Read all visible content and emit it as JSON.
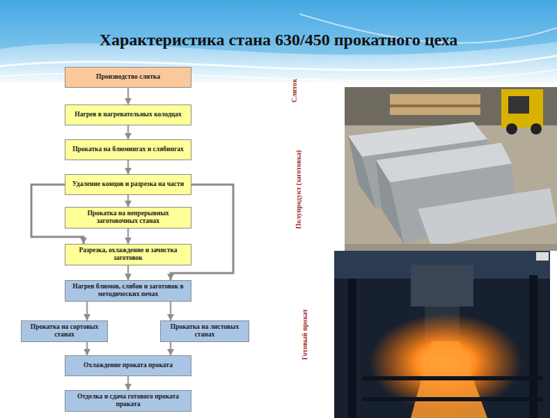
{
  "diagram": {
    "title": "Характеристика стана 630/450 прокатного цеха",
    "nodes": [
      {
        "text": [
          "Производство слитка"
        ]
      },
      {
        "text": [
          "Нагрев в нагревательных колодцах"
        ]
      },
      {
        "text": [
          "Прокатка на блюмингах и слябингах"
        ]
      },
      {
        "text": [
          "Удаление концов и разрезка на части"
        ]
      },
      {
        "text": [
          "Прокатка на непрерывных заготовочных станах"
        ]
      },
      {
        "text": [
          "Разрезка, охлаждение и зачистка заготовок"
        ]
      },
      {
        "text": [
          "Нагрев блюмов, слябов и заготовок в методических печах"
        ]
      },
      {
        "text": [
          "Прокатка на сортовых станах"
        ]
      },
      {
        "text": [
          "Прокатка на листовых станах"
        ]
      },
      {
        "text": [
          "Охлаждение проката проката"
        ]
      },
      {
        "text": [
          "Отделка и сдача готового проката проката"
        ]
      }
    ],
    "edges": [
      {
        "from": 0,
        "to": 1,
        "arrow": "to"
      },
      {
        "from": 1,
        "to": 2,
        "arrow": "to"
      },
      {
        "from": 2,
        "to": 3,
        "arrow": "to"
      },
      {
        "from": 3,
        "to": 4,
        "arrow": "to"
      },
      {
        "from": 3,
        "to": 5,
        "arrow": "to"
      },
      {
        "from": 3,
        "to": 6,
        "arrow": "to"
      },
      {
        "from": 4,
        "to": 5,
        "arrow": "to"
      },
      {
        "from": 5,
        "to": 6,
        "arrow": "to"
      },
      {
        "from": 6,
        "to": 7,
        "arrow": "to"
      },
      {
        "from": 6,
        "to": 8,
        "arrow": "to"
      },
      {
        "from": 7,
        "to": 9,
        "arrow": "to"
      },
      {
        "from": 8,
        "to": 9,
        "arrow": "to"
      },
      {
        "from": 9,
        "to": 10,
        "arrow": "to"
      }
    ],
    "labels": [
      "Слиток",
      "Полупродукт (заготовка)",
      "Готовый прокат"
    ]
  }
}
